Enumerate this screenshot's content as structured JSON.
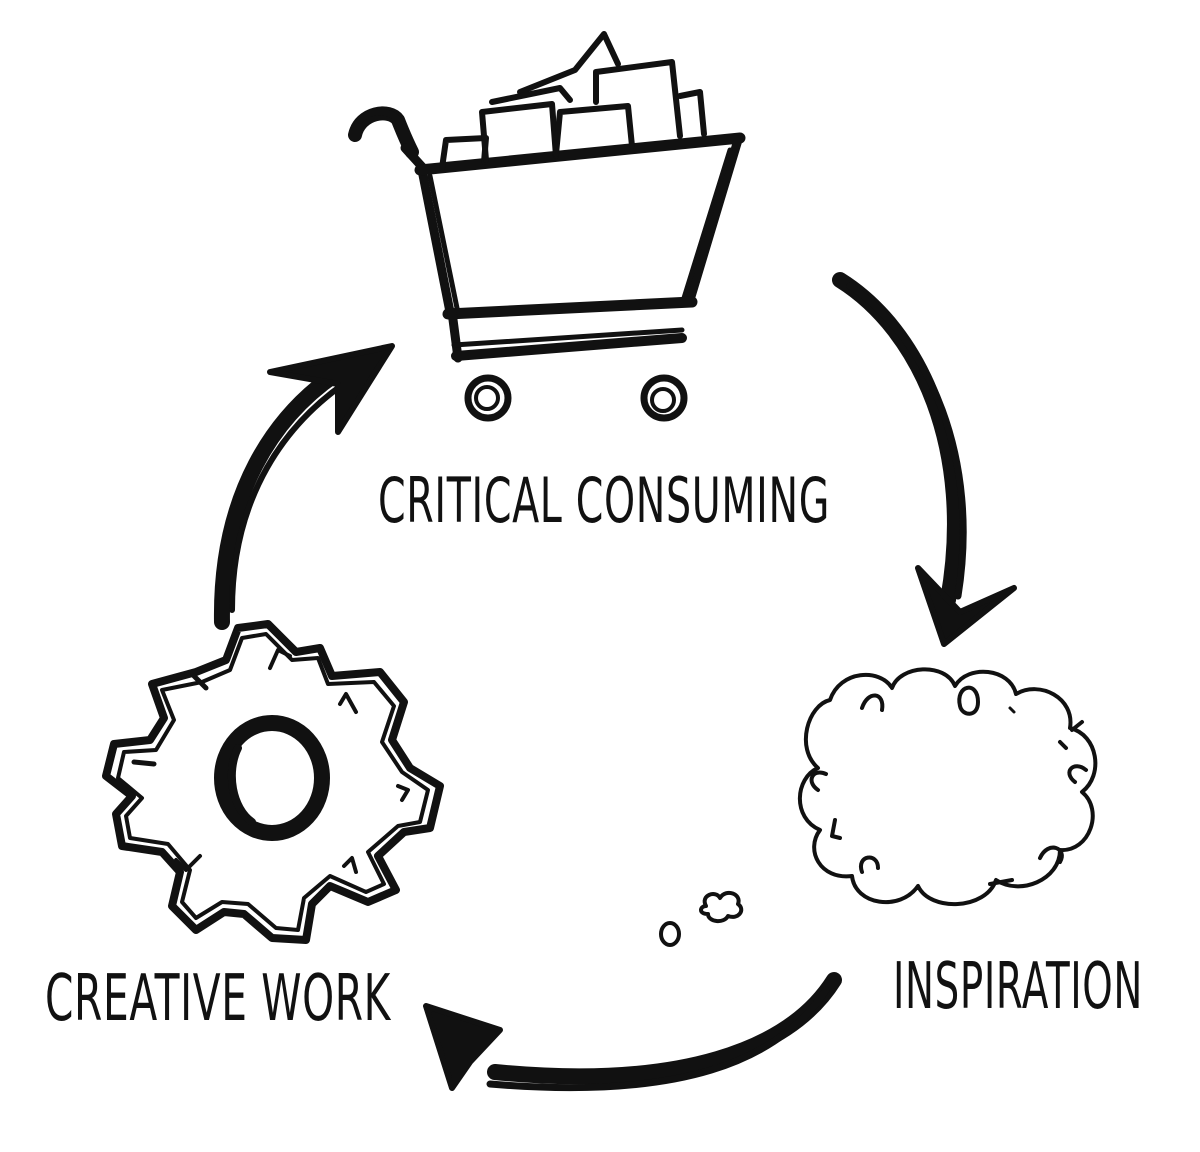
{
  "diagram": {
    "nodes": {
      "critical_consuming": {
        "label": "CRITICAL CONSUMING",
        "icon": "shopping-cart-icon"
      },
      "inspiration": {
        "label": "INSPIRATION",
        "icon": "thought-cloud-icon"
      },
      "creative_work": {
        "label": "CREATIVE WORK",
        "icon": "gear-icon"
      }
    },
    "edges": [
      {
        "from": "critical_consuming",
        "to": "inspiration"
      },
      {
        "from": "inspiration",
        "to": "creative_work"
      },
      {
        "from": "creative_work",
        "to": "critical_consuming"
      }
    ],
    "ink_color": "#111111",
    "background_color": "#ffffff"
  }
}
